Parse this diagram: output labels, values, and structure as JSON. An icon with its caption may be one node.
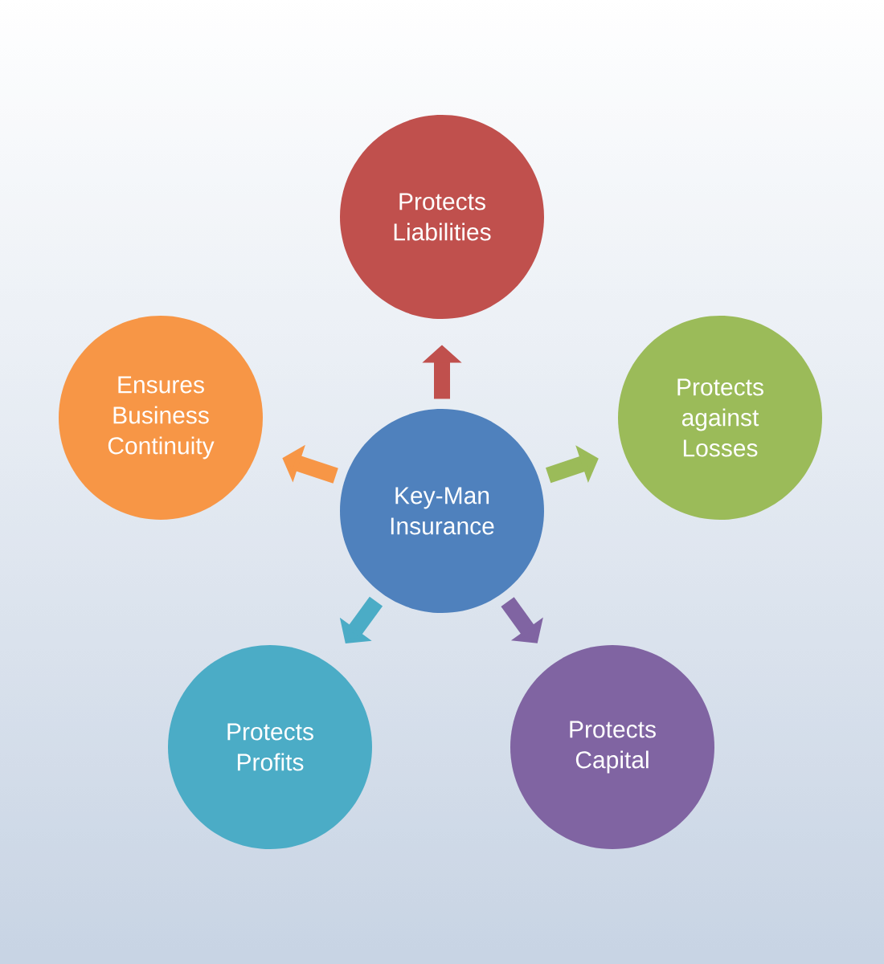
{
  "diagram": {
    "nodes": [
      {
        "text": [
          "Key-Man Insurance"
        ]
      },
      {
        "text": [
          "Protects Liabilities"
        ]
      },
      {
        "text": [
          "Protects against Losses"
        ]
      },
      {
        "text": [
          "Protects Capital"
        ]
      },
      {
        "text": [
          "Protects Profits"
        ]
      },
      {
        "text": [
          "Ensures Business Continuity"
        ]
      }
    ],
    "edges": [
      {
        "from": 0,
        "to": 1,
        "arrow": "to",
        "color": "#c0504d"
      },
      {
        "from": 0,
        "to": 2,
        "arrow": "to",
        "color": "#9bbb59"
      },
      {
        "from": 0,
        "to": 3,
        "arrow": "to",
        "color": "#8064a2"
      },
      {
        "from": 0,
        "to": 4,
        "arrow": "to",
        "color": "#4bacc6"
      },
      {
        "from": 0,
        "to": 5,
        "arrow": "to",
        "color": "#f79646"
      }
    ]
  }
}
